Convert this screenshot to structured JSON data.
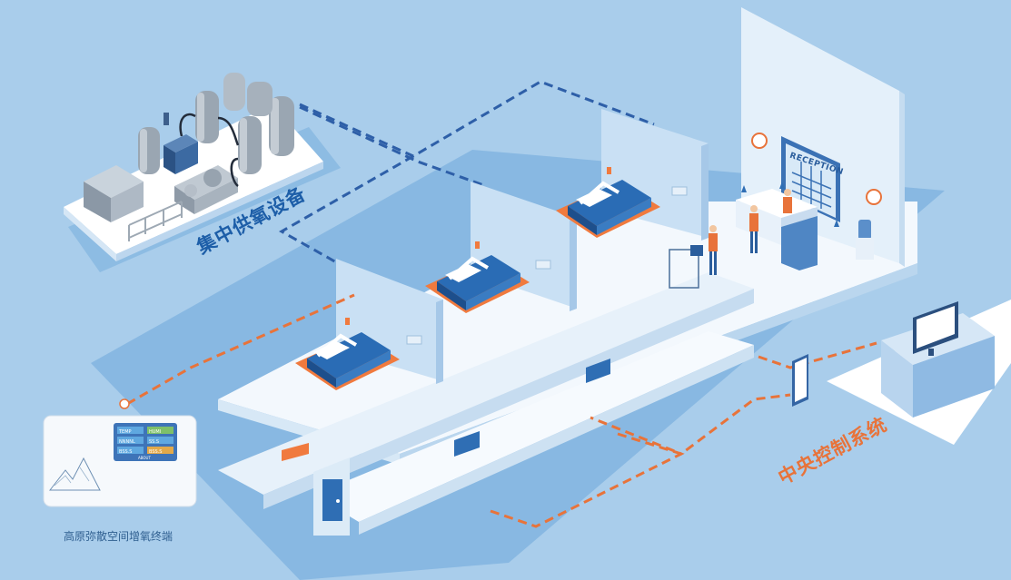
{
  "labels": {
    "oxygen_equipment": "集中供氧设备",
    "central_control": "中央控制系统",
    "terminal": "高原弥散空间增氧终端",
    "reception_sign": "RECEPTION"
  },
  "terminal_screen": {
    "cells": [
      "TEMP",
      "HUMI",
      "NNNNL",
      "SS.S",
      "BSS.S",
      "BSS.S"
    ],
    "footer": "ABOUT"
  },
  "colors": {
    "background": "#a9cdeb",
    "floor": "#f3f8fd",
    "wall": "#c9e0f4",
    "shadow": "#6ea8da",
    "bed_blue": "#2a6cb5",
    "bed_orange": "#f07a3e",
    "oxygen_dash": "#2e5fa8",
    "control_dash": "#e8733a"
  }
}
